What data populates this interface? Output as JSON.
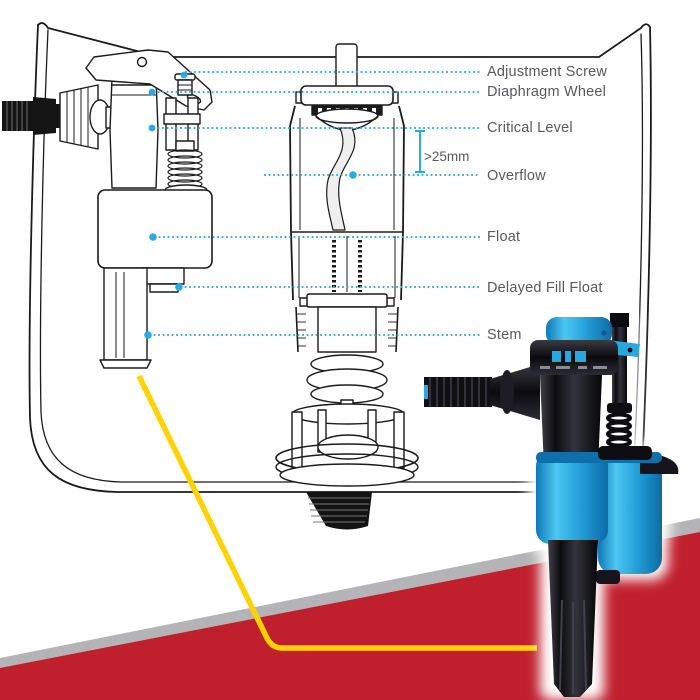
{
  "diagram": {
    "type": "toilet-cistern-fill-and-flush-valve-diagram",
    "labels": [
      {
        "id": "adjustment-screw",
        "text": "Adjustment Screw"
      },
      {
        "id": "diaphragm-wheel",
        "text": "Diaphragm Wheel"
      },
      {
        "id": "critical-level",
        "text": "Critical Level"
      },
      {
        "id": "overflow",
        "text": "Overflow"
      },
      {
        "id": "float",
        "text": "Float"
      },
      {
        "id": "delayed-fill-float",
        "text": "Delayed Fill Float"
      },
      {
        "id": "stem",
        "text": "Stem"
      }
    ],
    "measurement": {
      "text": ">25mm"
    },
    "colors": {
      "leader_line": "#29abe2",
      "label_text": "#58595b",
      "pointer_yellow": "#ffd200",
      "band_red": "#c0202e",
      "band_gray": "#b4b4b6",
      "product_blue": "#29a8e0",
      "product_black": "#141418",
      "line_art": "#1b1b1b",
      "background": "#ffffff"
    }
  }
}
